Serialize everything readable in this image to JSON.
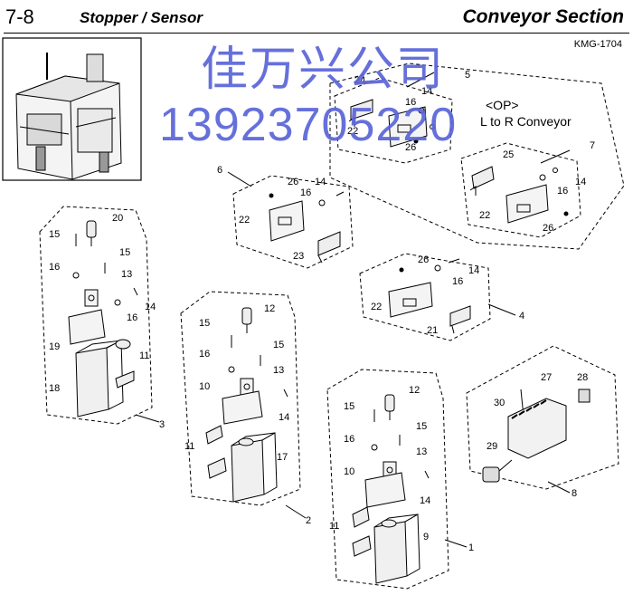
{
  "header": {
    "section_number": "7-8",
    "page_title": "Stopper / Sensor",
    "section_name": "Conveyor Section",
    "doc_id": "KMG-1704"
  },
  "watermark": {
    "name": "佳万兴公司",
    "phone": "13923705220"
  },
  "note": {
    "line1": "<OP>",
    "line2": "L to R Conveyor"
  },
  "groups": [
    "1",
    "2",
    "3",
    "4",
    "5",
    "6",
    "7",
    "8"
  ],
  "parts": [
    "9",
    "10",
    "11",
    "12",
    "13",
    "14",
    "15",
    "16",
    "17",
    "18",
    "19",
    "20",
    "21",
    "22",
    "23",
    "24",
    "25",
    "26",
    "27",
    "28",
    "29",
    "30"
  ],
  "colors": {
    "watermark": "#5a64d8",
    "line": "#000000"
  }
}
